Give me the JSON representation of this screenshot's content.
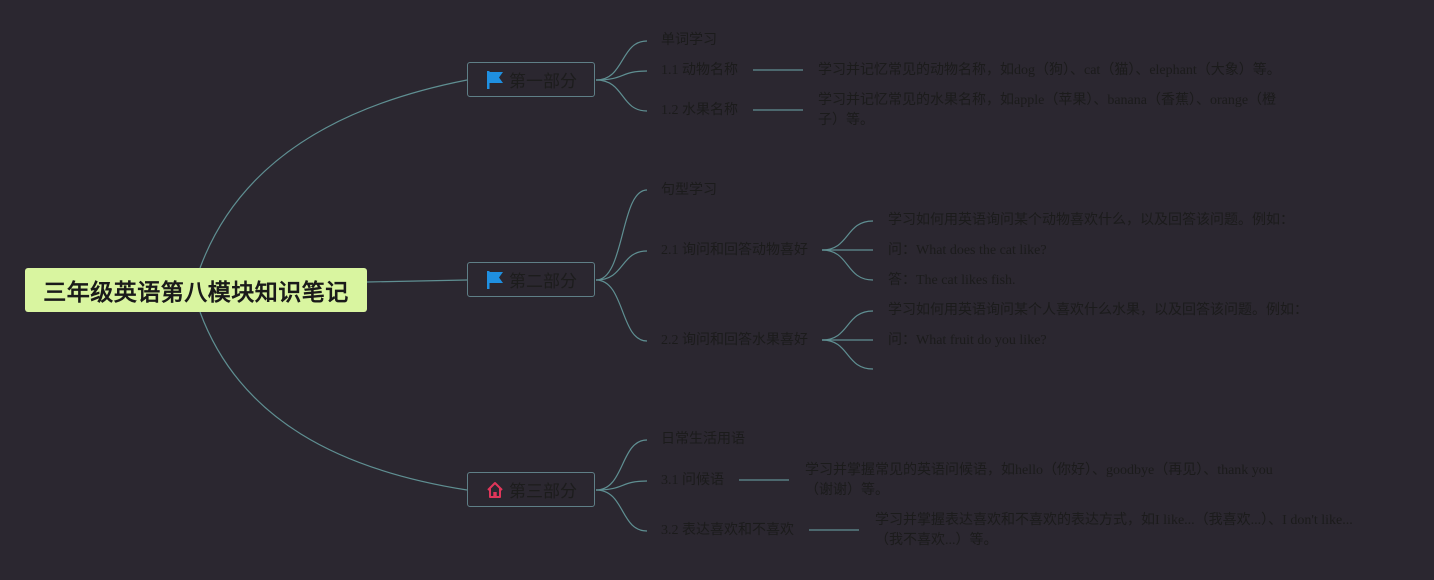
{
  "root": {
    "title": "三年级英语第八模块知识笔记"
  },
  "colors": {
    "background": "#2b2730",
    "root_fill": "#d9f5a0",
    "link": "#5f8f92",
    "part_border": "#5f7f87",
    "flag": "#1f8fe0",
    "home": "#e0365a"
  },
  "parts": [
    {
      "title": "第一部分",
      "icon": "flag-icon",
      "heading": "单词学习",
      "items": [
        {
          "label": "1.1 动物名称",
          "details": [
            "学习并记忆常见的动物名称，如dog（狗）、cat（猫）、elephant（大象）等。"
          ]
        },
        {
          "label": "1.2 水果名称",
          "details": [
            "学习并记忆常见的水果名称，如apple（苹果）、banana（香蕉）、orange（橙子）等。"
          ]
        }
      ]
    },
    {
      "title": "第二部分",
      "icon": "flag-icon",
      "heading": "句型学习",
      "items": [
        {
          "label": "2.1 询问和回答动物喜好",
          "details": [
            "学习如何用英语询问某个动物喜欢什么，以及回答该问题。例如：",
            "问：What does the cat like?",
            "答：The cat likes fish."
          ]
        },
        {
          "label": "2.2 询问和回答水果喜好",
          "details": [
            "学习如何用英语询问某个人喜欢什么水果，以及回答该问题。例如：",
            "问：What fruit do you like?",
            ""
          ]
        }
      ]
    },
    {
      "title": "第三部分",
      "icon": "home-icon",
      "heading": "日常生活用语",
      "items": [
        {
          "label": "3.1 问候语",
          "details": [
            "学习并掌握常见的英语问候语，如hello（你好）、goodbye（再见）、thank you（谢谢）等。"
          ]
        },
        {
          "label": "3.2 表达喜欢和不喜欢",
          "details": [
            "学习并掌握表达喜欢和不喜欢的表达方式，如I like...（我喜欢...）、I don't like...（我不喜欢...）等。"
          ]
        }
      ]
    }
  ]
}
